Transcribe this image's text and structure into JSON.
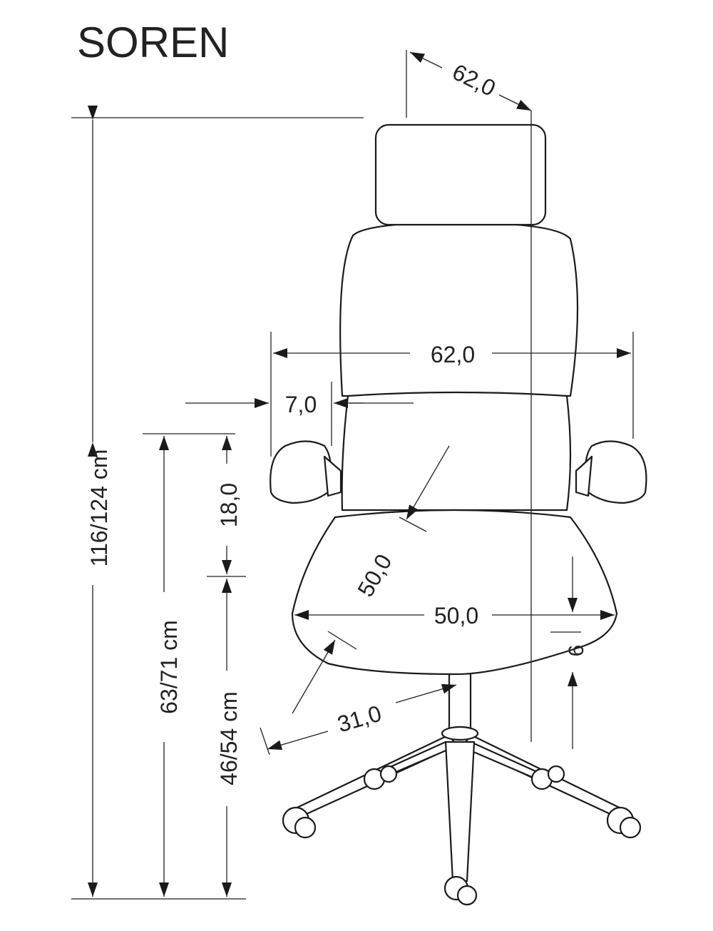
{
  "title": "SOREN",
  "dimensions": {
    "overall_height": "116/124 cm",
    "armrest_height": "63/71 cm",
    "seat_height": "46/54 cm",
    "armrest_above_seat": "18,0",
    "total_depth": "62,0",
    "total_width": "62,0",
    "armrest_width": "7,0",
    "seat_depth": "50,0",
    "seat_width": "50,0",
    "seat_thickness": "6",
    "base_radius": "31,0"
  }
}
